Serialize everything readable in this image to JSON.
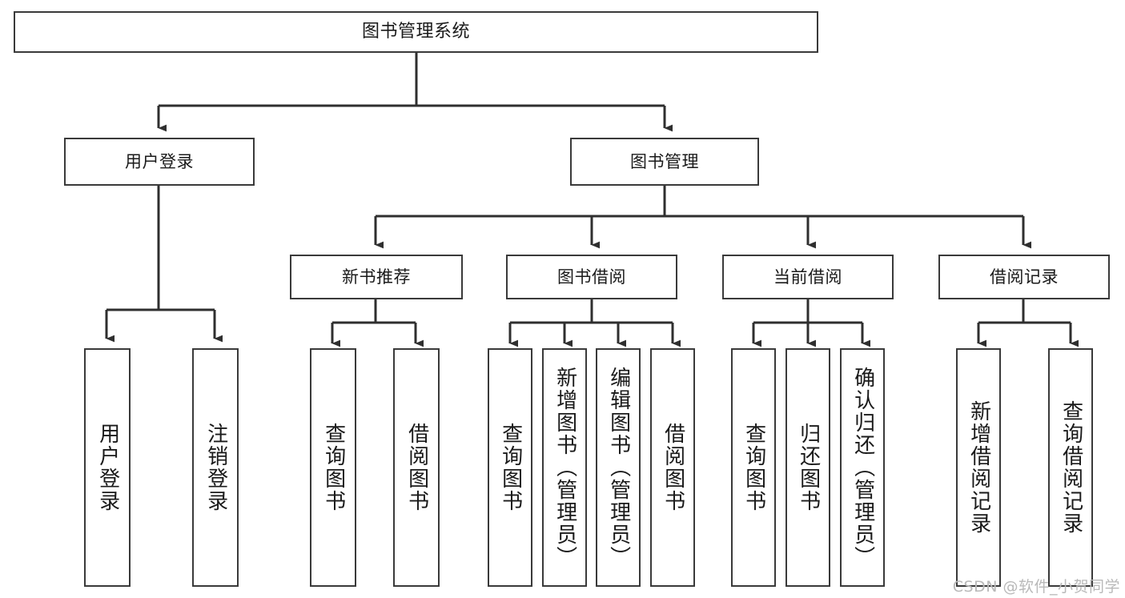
{
  "diagram": {
    "type": "tree",
    "title": "图书管理系统",
    "watermark": "CSDN @软件_小贺同学",
    "colors": {
      "box_border": "#3a3a3a",
      "box_fill": "#ffffff",
      "line": "#2f2f2f",
      "text": "#1a1a1a",
      "watermark": "#b9b9b9"
    },
    "nodes": {
      "root": {
        "label": "图书管理系统"
      },
      "level2": [
        {
          "id": "user-login",
          "label": "用户登录"
        },
        {
          "id": "book-manage",
          "label": "图书管理"
        }
      ],
      "level3": [
        {
          "id": "new-book-recommend",
          "label": "新书推荐"
        },
        {
          "id": "book-borrow",
          "label": "图书借阅"
        },
        {
          "id": "current-borrow",
          "label": "当前借阅"
        },
        {
          "id": "borrow-record",
          "label": "借阅记录"
        }
      ],
      "leaves": {
        "user_login": [
          {
            "id": "leaf-user-login",
            "label": "用户登录"
          },
          {
            "id": "leaf-logout",
            "label": "注销登录"
          }
        ],
        "new_book_recommend": [
          {
            "id": "leaf-query-book-1",
            "label": "查询图书"
          },
          {
            "id": "leaf-borrow-book-1",
            "label": "借阅图书"
          }
        ],
        "book_borrow": [
          {
            "id": "leaf-query-book-2",
            "label": "查询图书"
          },
          {
            "id": "leaf-add-book",
            "label": "新增图书（管理员）"
          },
          {
            "id": "leaf-edit-book",
            "label": "编辑图书（管理员）"
          },
          {
            "id": "leaf-borrow-book-2",
            "label": "借阅图书"
          }
        ],
        "current_borrow": [
          {
            "id": "leaf-query-book-3",
            "label": "查询图书"
          },
          {
            "id": "leaf-return-book",
            "label": "归还图书"
          },
          {
            "id": "leaf-confirm-return",
            "label": "确认归还（管理员）"
          }
        ],
        "borrow_record": [
          {
            "id": "leaf-add-record",
            "label": "新增借阅记录"
          },
          {
            "id": "leaf-query-record",
            "label": "查询借阅记录"
          }
        ]
      }
    }
  }
}
